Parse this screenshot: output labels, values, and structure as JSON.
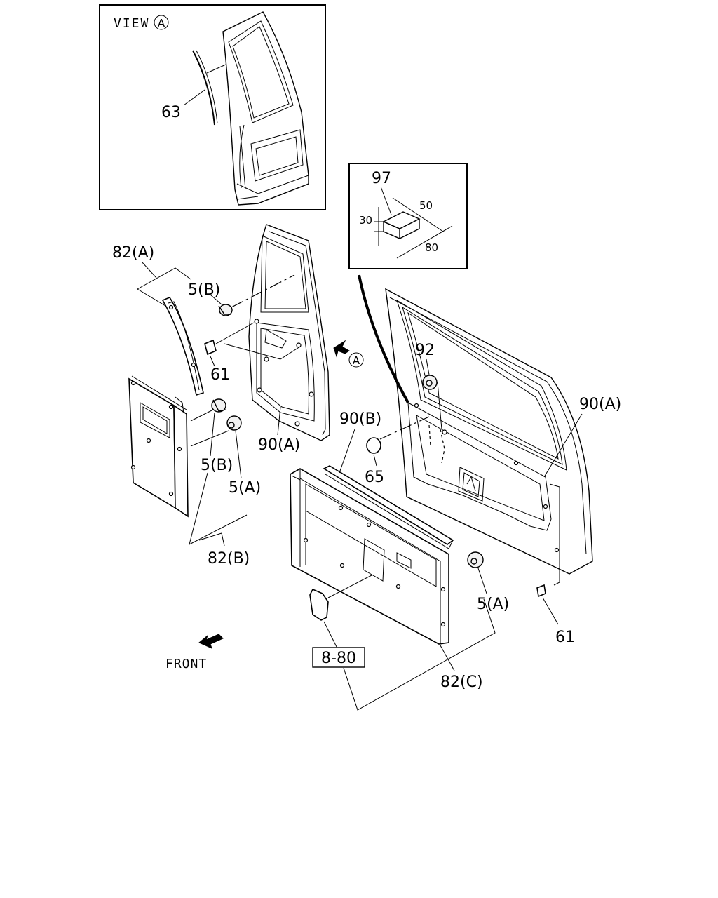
{
  "inset_view": {
    "title": "VIEW",
    "marker": "A",
    "part": "63"
  },
  "inset_spec": {
    "part": "97",
    "dim_height": "30",
    "dim_width": "50",
    "dim_length": "80"
  },
  "view_arrow_marker": "A",
  "callouts": [
    {
      "id": "82a",
      "text": "82(A)"
    },
    {
      "id": "5b-top",
      "text": "5(B)"
    },
    {
      "id": "61-left",
      "text": "61"
    },
    {
      "id": "90a-left",
      "text": "90(A)"
    },
    {
      "id": "5b-mid",
      "text": "5(B)"
    },
    {
      "id": "5a-left",
      "text": "5(A)"
    },
    {
      "id": "82b",
      "text": "82(B)"
    },
    {
      "id": "92",
      "text": "92"
    },
    {
      "id": "90a-right",
      "text": "90(A)"
    },
    {
      "id": "90b",
      "text": "90(B)"
    },
    {
      "id": "65",
      "text": "65"
    },
    {
      "id": "5a-right",
      "text": "5(A)"
    },
    {
      "id": "61-right",
      "text": "61"
    },
    {
      "id": "8-80",
      "text": "8-80"
    },
    {
      "id": "82c",
      "text": "82(C)"
    }
  ],
  "front_label": "FRONT"
}
